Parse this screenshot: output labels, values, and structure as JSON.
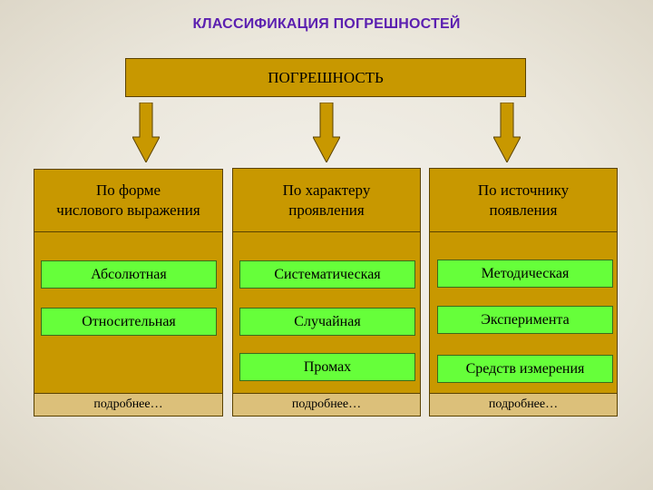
{
  "title": "КЛАССИФИКАЦИЯ ПОГРЕШНОСТЕЙ",
  "root": "ПОГРЕШНОСТЬ",
  "colors": {
    "title": "#5b1fb0",
    "box_fill": "#c89800",
    "item_fill": "#66ff3a",
    "footer_fill": "#dcc07a",
    "arrow_fill": "#c89800"
  },
  "columns": [
    {
      "heading": [
        "По форме",
        "числового выражения"
      ],
      "items": [
        "Абсолютная",
        "Относительная"
      ],
      "footer": "подробнее…"
    },
    {
      "heading": [
        "По характеру",
        "проявления"
      ],
      "items": [
        "Систематическая",
        "Случайная",
        "Промах"
      ],
      "footer": "подробнее…"
    },
    {
      "heading": [
        "По источнику",
        "появления"
      ],
      "items": [
        "Методическая",
        "Эксперимента",
        "Средств измерения"
      ],
      "footer": "подробнее…"
    }
  ]
}
